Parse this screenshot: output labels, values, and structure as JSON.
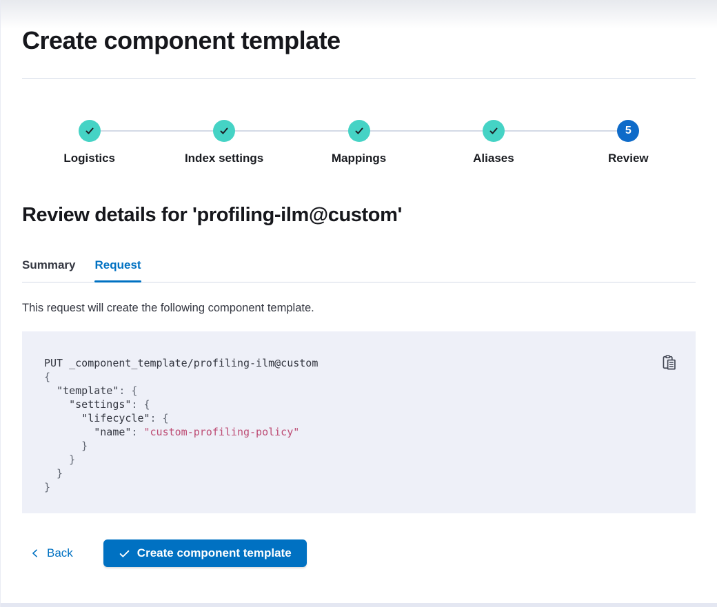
{
  "page": {
    "title": "Create component template"
  },
  "stepper": {
    "steps": [
      {
        "label": "Logistics",
        "status": "complete"
      },
      {
        "label": "Index settings",
        "status": "complete"
      },
      {
        "label": "Mappings",
        "status": "complete"
      },
      {
        "label": "Aliases",
        "status": "complete"
      },
      {
        "label": "Review",
        "status": "current",
        "number": "5"
      }
    ]
  },
  "review": {
    "heading": "Review details for 'profiling-ilm@custom'",
    "tabs": [
      {
        "label": "Summary",
        "active": false
      },
      {
        "label": "Request",
        "active": true
      }
    ],
    "description": "This request will create the following component template."
  },
  "code_block": {
    "copy_icon": "copy-clipboard-icon",
    "lines": [
      [
        {
          "t": "PUT _component_template/profiling-ilm@custom",
          "c": "method"
        }
      ],
      [
        {
          "t": "{",
          "c": "punct"
        }
      ],
      [
        {
          "t": "  ",
          "c": "punct"
        },
        {
          "t": "\"template\"",
          "c": "key"
        },
        {
          "t": ": {",
          "c": "punct"
        }
      ],
      [
        {
          "t": "    ",
          "c": "punct"
        },
        {
          "t": "\"settings\"",
          "c": "key"
        },
        {
          "t": ": {",
          "c": "punct"
        }
      ],
      [
        {
          "t": "      ",
          "c": "punct"
        },
        {
          "t": "\"lifecycle\"",
          "c": "key"
        },
        {
          "t": ": {",
          "c": "punct"
        }
      ],
      [
        {
          "t": "        ",
          "c": "punct"
        },
        {
          "t": "\"name\"",
          "c": "key"
        },
        {
          "t": ": ",
          "c": "punct"
        },
        {
          "t": "\"custom-profiling-policy\"",
          "c": "string"
        }
      ],
      [
        {
          "t": "      }",
          "c": "punct"
        }
      ],
      [
        {
          "t": "    }",
          "c": "punct"
        }
      ],
      [
        {
          "t": "  }",
          "c": "punct"
        }
      ],
      [
        {
          "t": "}",
          "c": "punct"
        }
      ]
    ]
  },
  "footer": {
    "back_label": "Back",
    "back_icon": "chevron-left-icon",
    "submit_label": "Create component template",
    "submit_icon": "check-icon"
  },
  "colors": {
    "step_complete": "#45d3c5",
    "step_current": "#0e6bc9",
    "primary": "#0071c2",
    "code_background": "#eef0f8",
    "code_string": "#bd4c74",
    "divider": "#d3dae6",
    "text": "#343741",
    "heading_text": "#16171c"
  }
}
